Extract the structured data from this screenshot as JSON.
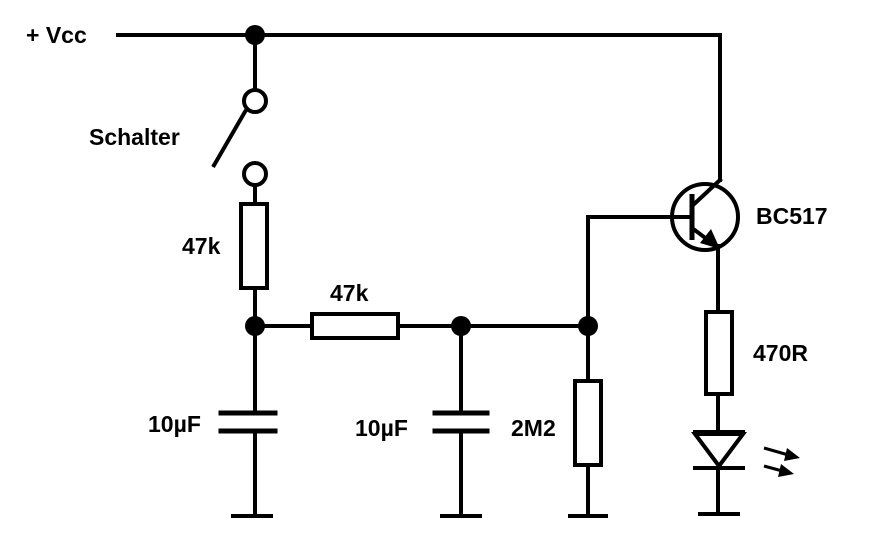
{
  "labels": {
    "vcc": "+ Vcc",
    "switch": "Schalter",
    "r1": "47k",
    "r2": "47k",
    "c1": "10µF",
    "c2": "10µF",
    "r3": "2M2",
    "transistor": "BC517",
    "r4": "470R"
  },
  "colors": {
    "wire": "#000000",
    "background": "#ffffff"
  }
}
